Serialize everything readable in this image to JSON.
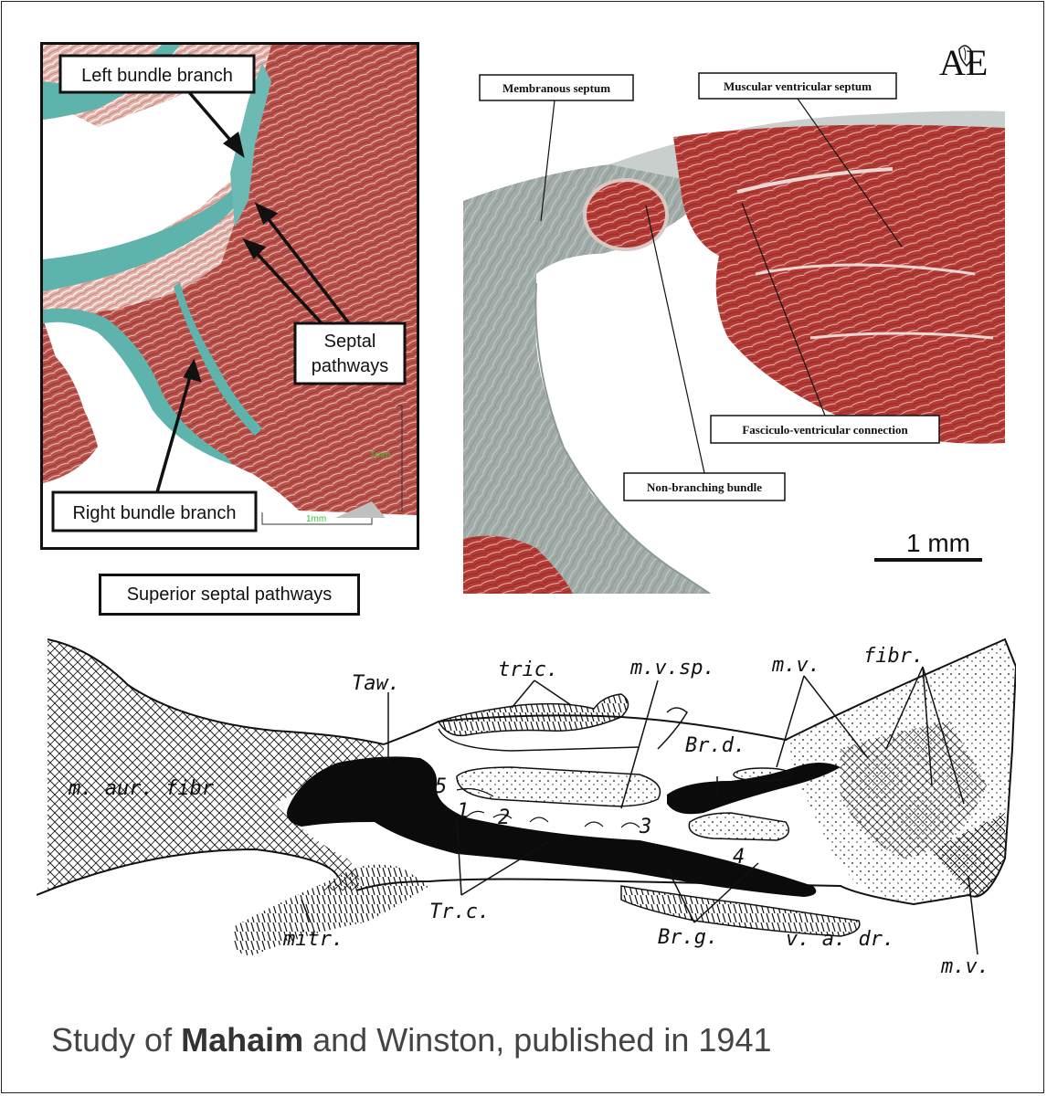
{
  "left_panel": {
    "labels": {
      "left_bundle_branch": "Left bundle branch",
      "septal_pathways_line1": "Septal",
      "septal_pathways_line2": "pathways",
      "right_bundle_branch": "Right bundle branch"
    },
    "scale_bar_1": "1mm",
    "scale_bar_2": "1mm"
  },
  "superior_caption": "Superior septal pathways",
  "right_panel": {
    "labels": {
      "membranous_septum": "Membranous septum",
      "muscular_ventricular_septum": "Muscular ventricular septum",
      "fasciculo_ventricular_connection": "Fasciculo-ventricular connection",
      "non_branching_bundle": "Non-branching bundle"
    },
    "scale_bar": "1 mm"
  },
  "logo": {
    "text": "AE",
    "icon": "heart-logo-icon"
  },
  "sketch": {
    "labels": {
      "tric": "tric.",
      "mvsp": "m.v.sp.",
      "taw": "Taw.",
      "mv_top": "m.v.",
      "fibr": "fibr.",
      "brd": "Br.d.",
      "maurfibr": "m. aur. fibr",
      "n5": "5",
      "n1": "1",
      "n2": "2",
      "n3": "3",
      "n4": "4",
      "trc": "Tr.c.",
      "mitr": "mitr.",
      "brg": "Br.g.",
      "vadr": "v. a. dr.",
      "mv_bottom": "m.v."
    }
  },
  "footer": {
    "prefix": "Study of ",
    "bold": "Mahaim",
    "suffix": " and Winston, published in 1941"
  },
  "colors": {
    "muscle_red": "#b8433f",
    "muscle_light": "#d99a92",
    "fibrous_teal": "#5fb3ad",
    "septum_gray": "#9aa7a3",
    "scale_green": "#33cc33"
  }
}
